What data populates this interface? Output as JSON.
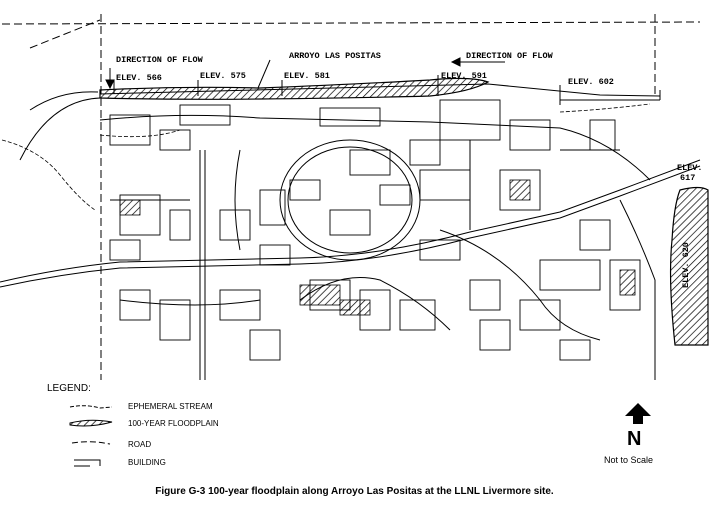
{
  "map": {
    "flow_label_left": "DIRECTION OF FLOW",
    "flow_label_right": "DIRECTION OF FLOW",
    "creek_name": "ARROYO LAS POSITAS",
    "elevations": [
      "ELEV. 566",
      "ELEV. 575",
      "ELEV. 581",
      "ELEV. 591",
      "ELEV. 602"
    ],
    "elev_617_a": "ELEV.",
    "elev_617_b": "617",
    "elev_620": "ELEV. 620",
    "north_letter": "N",
    "scale_note": "Not to Scale"
  },
  "legend": {
    "title": "LEGEND:",
    "items": [
      {
        "label": "EPHEMERAL STREAM"
      },
      {
        "label": "100-YEAR FLOODPLAIN"
      },
      {
        "label": "ROAD"
      },
      {
        "label": "BUILDING"
      }
    ]
  },
  "caption": "Figure G-3  100-year floodplain along Arroyo Las Positas at the LLNL Livermore site."
}
